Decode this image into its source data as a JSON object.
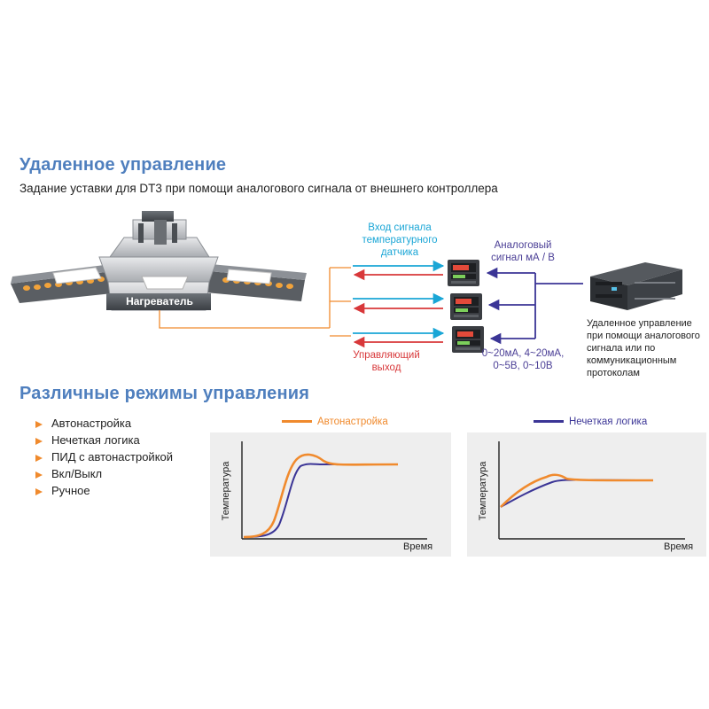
{
  "remote": {
    "title": "Удаленное управление",
    "subtitle": "Задание уставки для DT3 при помощи аналогового сигнала от внешнего контроллера",
    "heater_label": "Нагреватель",
    "sensor_input_label": "Вход сигнала\nтемпературного\nдатчика",
    "control_output_label": "Управляющий\nвыход",
    "analog_signal_label": "Аналоговый\nсигнал мА / В",
    "signal_ranges_label": "0~20мА, 4~20мА,\n0~5В, 0~10В",
    "remote_note": "Удаленное управление\nпри помощи аналогового\nсигнала или по\nкоммуникационным\nпротоколам"
  },
  "modes": {
    "title": "Различные режимы управления",
    "items": [
      "Автонастройка",
      "Нечеткая логика",
      "ПИД с автонастройкой",
      "Вкл/Выкл",
      "Ручное"
    ]
  },
  "charts": [
    {
      "legend": "Автонастройка",
      "legend_color": "#f08a2d",
      "ylabel": "Температура",
      "xlabel": "Время"
    },
    {
      "legend": "Нечеткая логика",
      "legend_color": "#3b3596",
      "ylabel": "Температура",
      "xlabel": "Время"
    }
  ],
  "colors": {
    "title": "#4f7fbe",
    "orange": "#f08a2d",
    "navy": "#3b3596",
    "cyan": "#1aa6d6",
    "red": "#d8383a"
  }
}
